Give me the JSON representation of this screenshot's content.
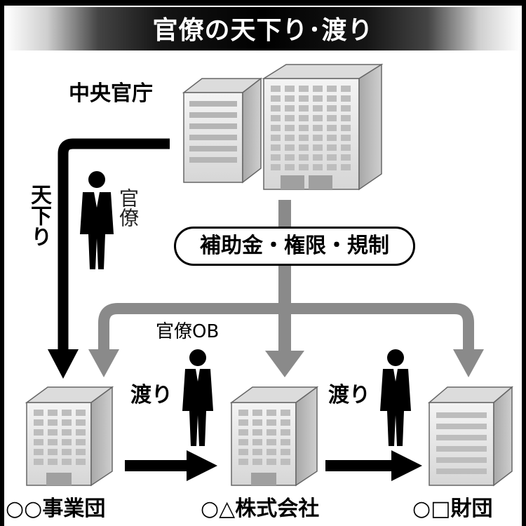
{
  "title": "官僚の天下り･渡り",
  "ministry_label": "中央官庁",
  "amakudari_label": "天下り",
  "kanryo_label": "官僚",
  "resources_label": "補助金・権限・規制",
  "ob_label": "官僚OB",
  "wataru_label_1": "渡り",
  "wataru_label_2": "渡り",
  "org_1_label": "○○事業団",
  "org_2_label": "○△株式会社",
  "org_3_label": "○□財団",
  "colors": {
    "arrow_black": "#000000",
    "arrow_gray": "#8a8a8a",
    "building_face": "#e6e6e6",
    "building_side": "#bdbdbd",
    "window": "#c8c8c8"
  }
}
